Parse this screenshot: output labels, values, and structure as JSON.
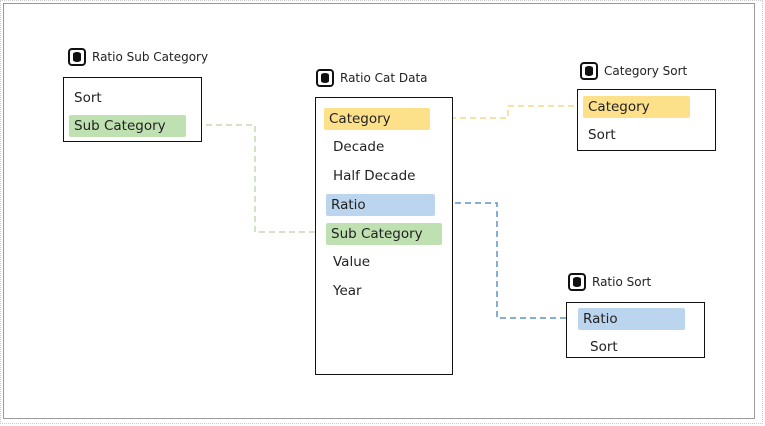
{
  "colors": {
    "yellow_highlight": "#fde08a",
    "green_highlight": "#bfe0b0",
    "blue_highlight": "#bcd5ef",
    "yellow_line": "#f2d98a",
    "green_line": "#c4dcb4",
    "blue_line": "#5b93c9"
  },
  "icons": {
    "table": "database-icon"
  },
  "tables": {
    "ratio_sub_category": {
      "title": "Ratio Sub Category",
      "fields": [
        "Sort",
        "Sub Category"
      ]
    },
    "ratio_cat_data": {
      "title": "Ratio Cat Data",
      "fields": [
        "Category",
        "Decade",
        "Half Decade",
        "Ratio",
        "Sub Category",
        "Value",
        "Year"
      ]
    },
    "category_sort": {
      "title": "Category Sort",
      "fields": [
        "Category",
        "Sort"
      ]
    },
    "ratio_sort": {
      "title": "Ratio Sort",
      "fields": [
        "Ratio",
        "Sort"
      ]
    }
  },
  "relationships": [
    {
      "from": "Ratio Sub Category.Sub Category",
      "to": "Ratio Cat Data.Sub Category",
      "color": "green"
    },
    {
      "from": "Ratio Cat Data.Category",
      "to": "Category Sort.Category",
      "color": "yellow"
    },
    {
      "from": "Ratio Cat Data.Ratio",
      "to": "Ratio Sort.Ratio",
      "color": "blue"
    }
  ]
}
